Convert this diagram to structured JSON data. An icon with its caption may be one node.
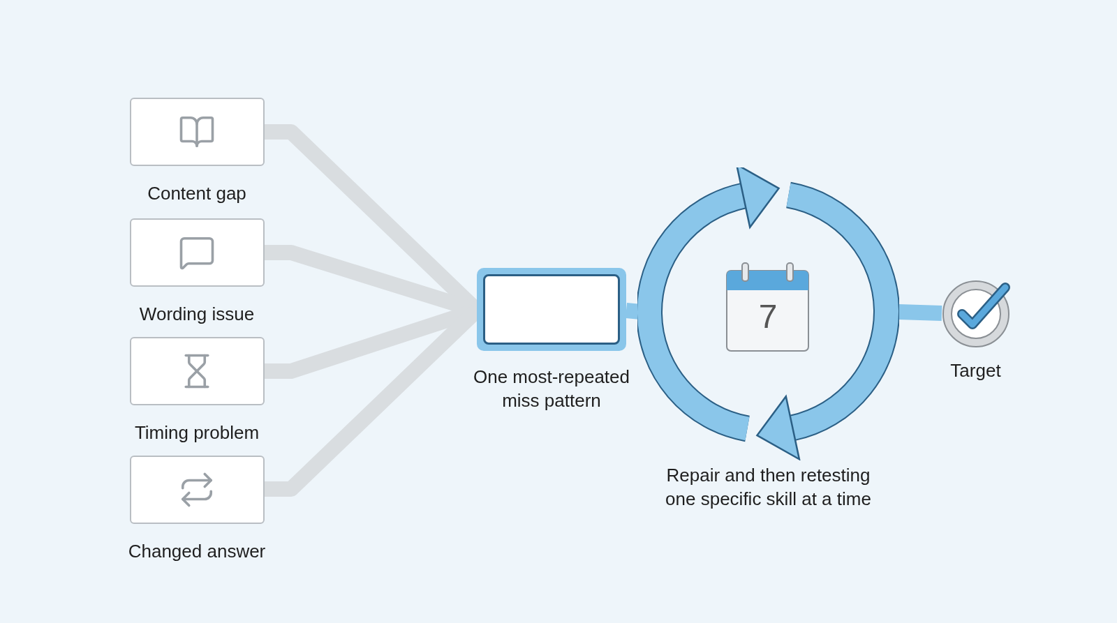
{
  "diagram": {
    "nodes": [
      {
        "text": [
          "Content gap"
        ]
      },
      {
        "text": [
          "Wording issue"
        ]
      },
      {
        "text": [
          "Timing problem"
        ]
      },
      {
        "text": [
          "Changed answer"
        ]
      },
      {
        "text": [
          "One most-repeated miss pattern"
        ]
      },
      {
        "text": [
          "Repair and then retesting one specific skill at a time"
        ]
      },
      {
        "text": [
          "Target"
        ]
      }
    ],
    "edges": [
      {
        "from": 0,
        "to": 4,
        "arrow": "none"
      },
      {
        "from": 1,
        "to": 4,
        "arrow": "none"
      },
      {
        "from": 2,
        "to": 4,
        "arrow": "none"
      },
      {
        "from": 3,
        "to": 4,
        "arrow": "none"
      },
      {
        "from": 4,
        "to": 5,
        "arrow": "none",
        "color": "#8ac6ea"
      },
      {
        "from": 5,
        "to": 6,
        "arrow": "none",
        "color": "#8ac6ea"
      }
    ],
    "labels": [
      "7"
    ]
  }
}
